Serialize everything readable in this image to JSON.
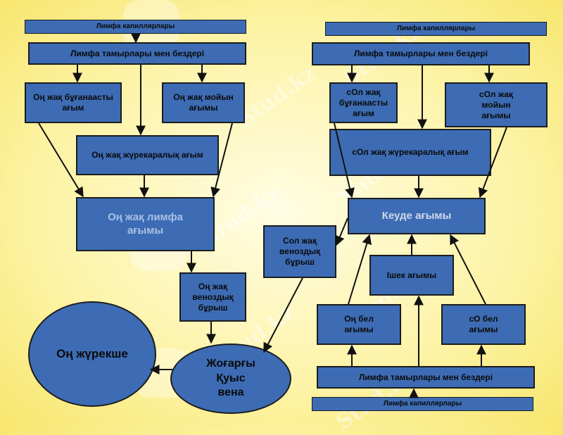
{
  "left": {
    "capillaries": "Лимфа капиллярлары",
    "vessels_nodes": "Лимфа тамырлары мен бездері",
    "right_subclavian": "Оң жақ бұғанаасты ағым",
    "right_jugular": "Оң жақ мойын ағымы",
    "right_cardiac": "Оң жақ жүрекаралық ағым",
    "right_lymph_duct": "Оң жақ лимфа ағымы",
    "right_venous_angle": "Оң жақ веноздық бұрыш",
    "right_atrium": "Оң жүрекше",
    "superior_vena_cava": "Жоғарғы Қуыс вена"
  },
  "right": {
    "capillaries_top": "Лимфа капиллярлары",
    "vessels_nodes_top": "Лимфа тамырлары мен бездері",
    "left_subclavian": "сОл жақ бұғанаасты ағым",
    "left_jugular": "сОл жақ мойын ағымы",
    "left_cardiac": "сОл жақ жүрекаралық ағым",
    "thoracic_duct": "Кеуде ағымы",
    "left_venous_angle": "Сол жақ веноздық бұрыш",
    "intestinal_trunk": "Ішек ағымы",
    "right_lumbar": "Оң бел ағымы",
    "left_lumbar": "сО бел ағымы",
    "vessels_nodes_bottom": "Лимфа тамырлары мен бездері",
    "capillaries_bottom": "Лимфа капиллярлары"
  },
  "watermark": "Stud.kz",
  "colors": {
    "box_fill": "#3d6cb4",
    "border": "#1c1c1c",
    "background": "#fdf3a6",
    "arrow": "#111111"
  }
}
